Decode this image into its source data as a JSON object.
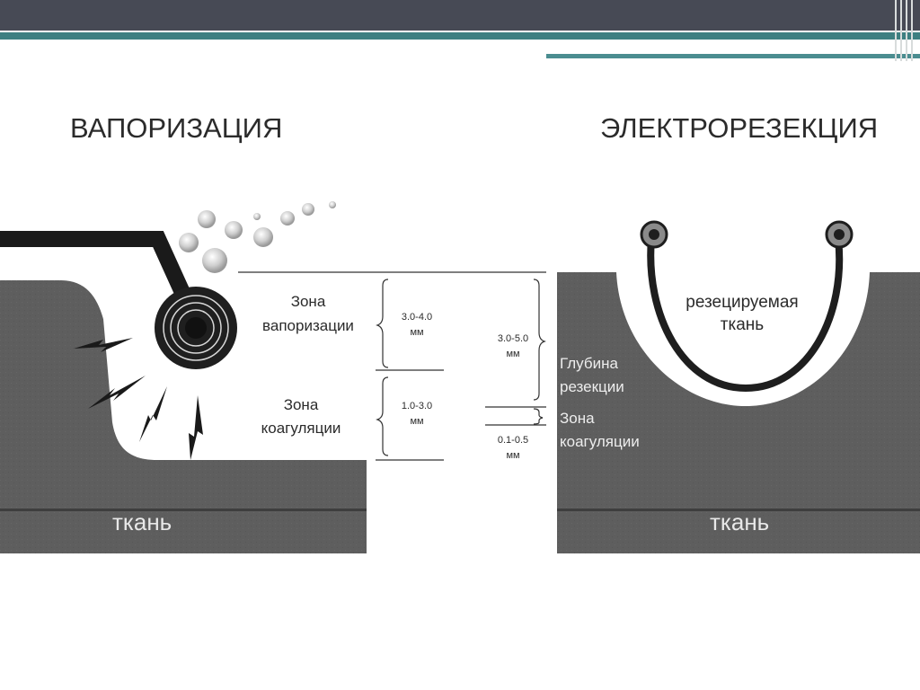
{
  "slide": {
    "accent_dark": "#474a55",
    "accent_teal": "#3d7f81"
  },
  "left": {
    "title": "ВАПОРИЗАЦИЯ",
    "tissue_label": "ткань",
    "zone_vap_line1": "Зона",
    "zone_vap_line2": "вапоризации",
    "zone_coag_line1": "Зона",
    "zone_coag_line2": "коагуляции",
    "vap_depth": "3.0-4.0",
    "vap_unit": "мм",
    "coag_depth": "1.0-3.0",
    "coag_unit": "мм"
  },
  "middle": {
    "total_depth": "3.0-5.0",
    "total_unit": "мм",
    "thin_depth": "0.1-0.5",
    "thin_unit": "мм"
  },
  "right": {
    "title": "ЭЛЕКТРОРЕЗЕКЦИЯ",
    "resected_line1": "резецируемая",
    "resected_line2": "ткань",
    "depth_line1": "Глубина",
    "depth_line2": "резекции",
    "coag_line1": "Зона",
    "coag_line2": "коагуляции",
    "tissue_label": "ткань"
  }
}
